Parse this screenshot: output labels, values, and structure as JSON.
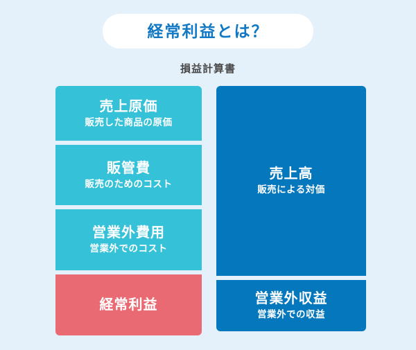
{
  "header": {
    "title": "経常利益とは？",
    "subtitle": "損益計算書"
  },
  "colors": {
    "background": "#e4f0fa",
    "title_text": "#1078c4",
    "title_pill_bg": "#ffffff",
    "subtitle_text": "#4a4a4a",
    "cyan_box": "#35c1d8",
    "red_box": "#ea6a74",
    "blue_box": "#0578bd",
    "box_text": "#ffffff"
  },
  "diagram": {
    "left_column": [
      {
        "title": "売上原価",
        "subtitle": "販売した商品の原価",
        "color": "#35c1d8"
      },
      {
        "title": "販管費",
        "subtitle": "販売のためのコスト",
        "color": "#35c1d8"
      },
      {
        "title": "営業外費用",
        "subtitle": "営業外でのコスト",
        "color": "#35c1d8"
      },
      {
        "title": "経常利益",
        "subtitle": "",
        "color": "#ea6a74"
      }
    ],
    "right_column": [
      {
        "title": "売上高",
        "subtitle": "販売による対価",
        "color": "#0578bd"
      },
      {
        "title": "営業外収益",
        "subtitle": "営業外での収益",
        "color": "#0578bd"
      }
    ]
  }
}
